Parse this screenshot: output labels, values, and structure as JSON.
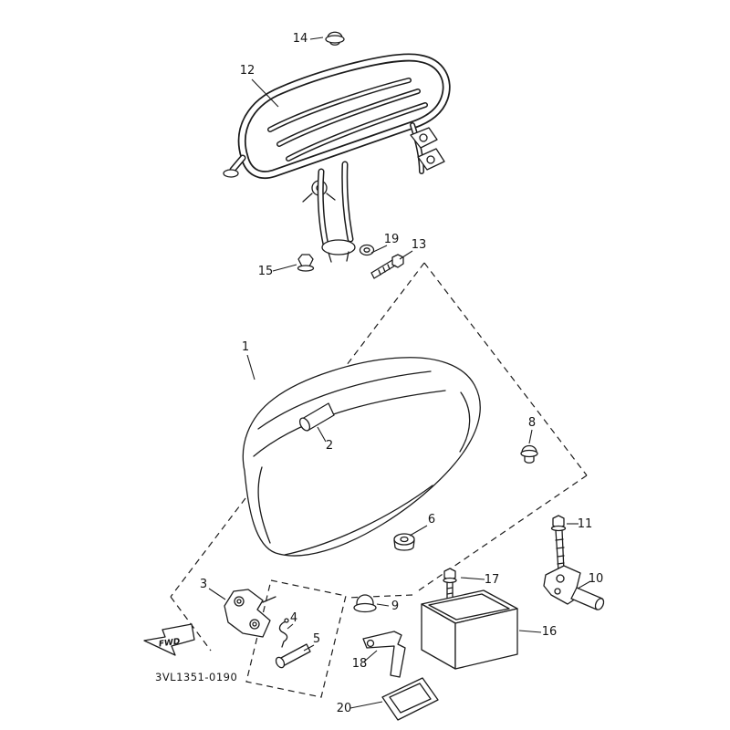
{
  "diagram": {
    "code": "3VL1351-0190",
    "fwd": "FWD",
    "colors": {
      "line": "#1c1c1c",
      "background": "#ffffff"
    },
    "parts": {
      "p1": "1",
      "p2": "2",
      "p3": "3",
      "p4": "4",
      "p5": "5",
      "p6": "6",
      "p8": "8",
      "p9": "9",
      "p10": "10",
      "p11": "11",
      "p12": "12",
      "p13": "13",
      "p14": "14",
      "p15": "15",
      "p16": "16",
      "p17": "17",
      "p18": "18",
      "p19": "19",
      "p20": "20"
    }
  }
}
